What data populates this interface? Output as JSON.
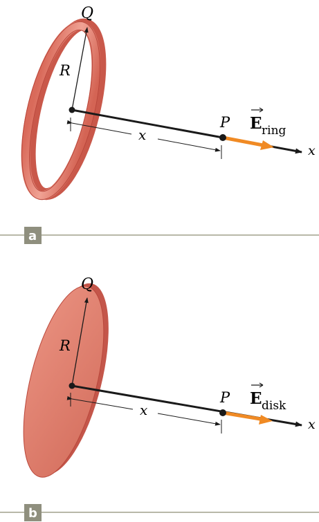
{
  "colors": {
    "ring_face": "#e68a7a",
    "ring_edge": "#c9584a",
    "disk_face": "#e0806e",
    "disk_edge": "#c4564a",
    "field_arrow": "#f08a24",
    "axis": "#1a1a1a",
    "label_bg": "#8f8f7e",
    "divider": "#b8b8a8"
  },
  "panel_a": {
    "charge_label": "Q",
    "radius_label": "R",
    "distance_label": "x",
    "point_label": "P",
    "field_symbol": "E",
    "field_subscript": "ring",
    "axis_label": "x",
    "panel_tag": "a"
  },
  "panel_b": {
    "charge_label": "Q",
    "radius_label": "R",
    "distance_label": "x",
    "point_label": "P",
    "field_symbol": "E",
    "field_subscript": "disk",
    "axis_label": "x",
    "panel_tag": "b"
  }
}
